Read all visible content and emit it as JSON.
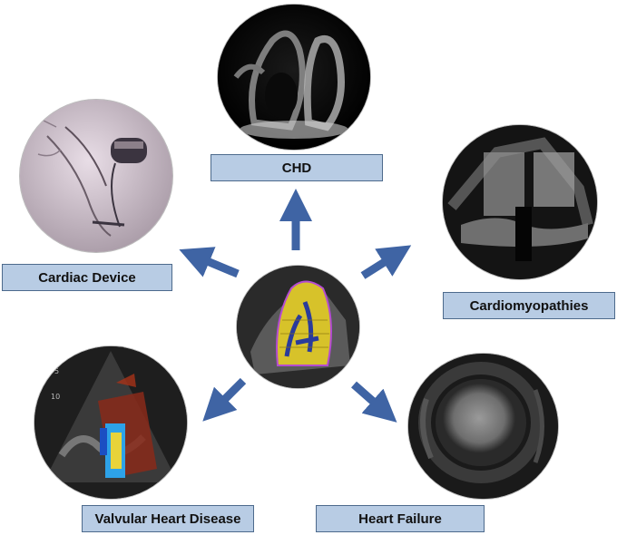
{
  "labels": {
    "chd": "CHD",
    "cardiac_device": "Cardiac Device",
    "cardiomyopathies": "Cardiomyopathies",
    "valvular": "Valvular Heart Disease",
    "heart_failure": "Heart Failure"
  },
  "colors": {
    "arrow": "#3f64a4",
    "label_fill": "#b8cce4",
    "label_border": "#4d6a8c"
  },
  "images": {
    "chd": "echo-ultrasound-image",
    "cardiac_device": "chest-xray-device-image",
    "cardiomyopathies": "echo-ultrasound-image",
    "center": "strain-mapping-echo-image",
    "valvular": "color-doppler-echo-image",
    "heart_failure": "cardiac-mri-image"
  }
}
